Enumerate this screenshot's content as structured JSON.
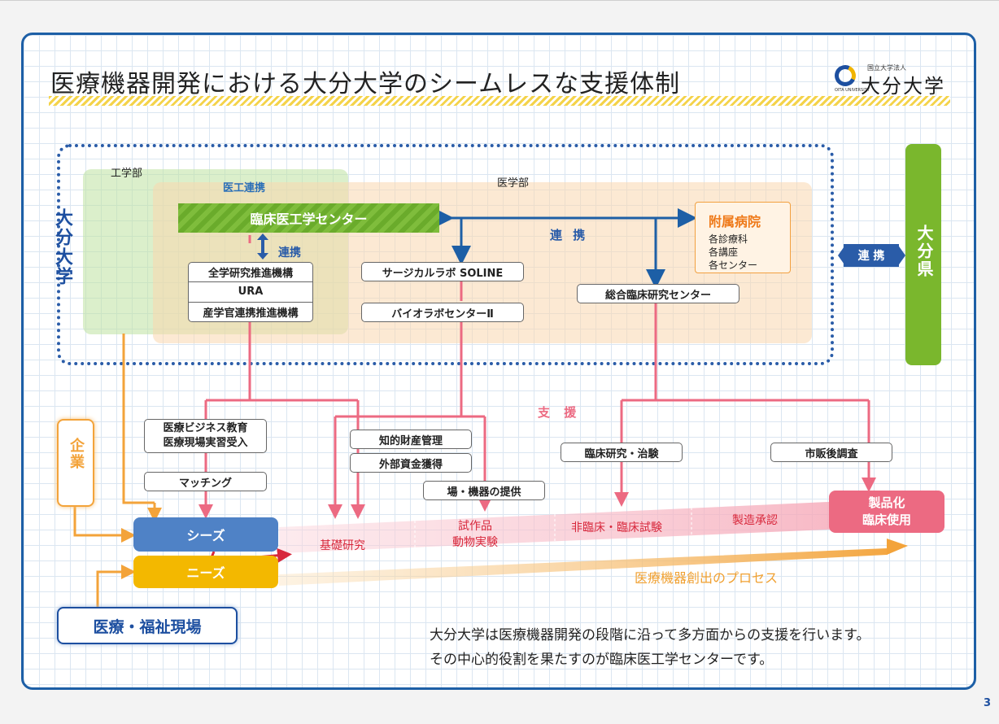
{
  "title": "医療機器開発における大分大学のシームレスな支援体制",
  "logo": {
    "sub": "国立大学法人",
    "main": "大分大学",
    "en": "OITA UNIVERSITY"
  },
  "university": {
    "label": "大分大学",
    "faculty_eng": "工学部",
    "faculty_med": "医学部",
    "ikou_renkei": "医工連携",
    "center": "臨床医工学センター",
    "renkei_vertical": "連携",
    "renkei_center": "連 携",
    "org_stack": [
      "全学研究推進機構",
      "URA",
      "産学官連携推進機構"
    ],
    "soline": "サージカルラボ SOLINE",
    "biolab": "バイオラボセンターⅡ",
    "clinical_center": "総合臨床研究センター",
    "hospital": {
      "title": "附属病院",
      "items": [
        "各診療科",
        "各講座",
        "各センター"
      ]
    }
  },
  "prefecture": {
    "label": "大分県",
    "renkei": "連 携"
  },
  "support": {
    "label": "支 援",
    "items": [
      "医療ビジネス教育\n医療現場実習受入",
      "マッチング",
      "知的財産管理",
      "外部資金獲得",
      "場・機器の提供",
      "臨床研究・治験",
      "市販後調査"
    ]
  },
  "actors": {
    "company": "企業",
    "seeds": "シーズ",
    "needs": "ニーズ",
    "field": "医療・福祉現場"
  },
  "stages": [
    "基礎研究",
    "試作品\n動物実験",
    "非臨床・臨床試験",
    "製造承認"
  ],
  "product": "製品化\n臨床使用",
  "process_label": "医療機器創出のプロセス",
  "description": [
    "大分大学は医療機器開発の段階に沿って多方面からの支援を行います。",
    "その中心的役割を果たすのが臨床医工学センターです。"
  ],
  "page_number": "3",
  "colors": {
    "blue": "#1d4fa0",
    "green": "#7ab72d",
    "orange": "#f3a33a",
    "pink": "#ec6a82",
    "red": "#d8283c",
    "yellow": "#f3b800"
  }
}
